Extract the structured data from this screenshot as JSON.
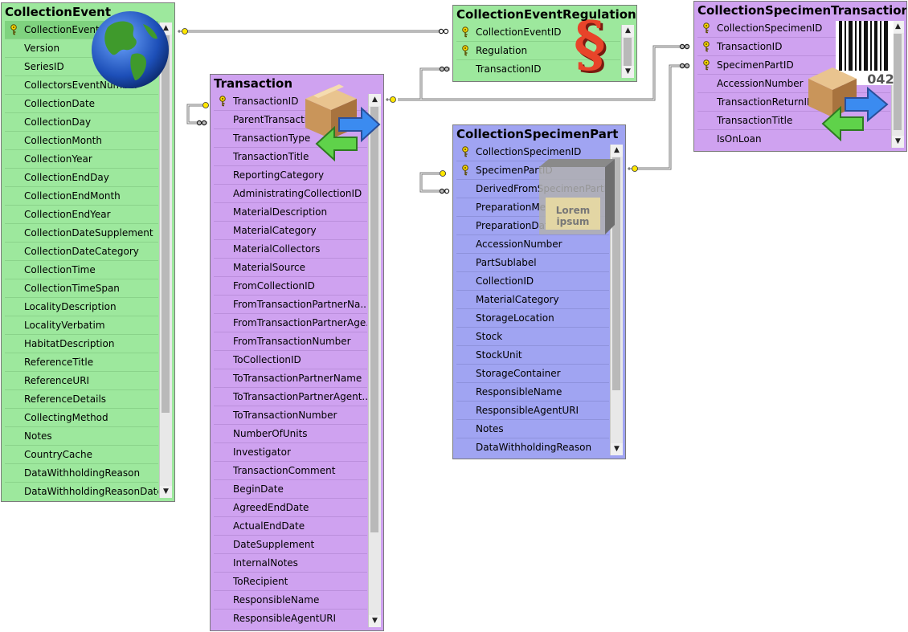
{
  "colors": {
    "green_table": "#9de89d",
    "purple_table": "#cfa2f0",
    "blue_table": "#a0a4f2",
    "connector": "#555555",
    "key": "#ffd700"
  },
  "tables": {
    "collection_event": {
      "title": "CollectionEvent",
      "rows": [
        {
          "name": "CollectionEventID",
          "key": true
        },
        {
          "name": "Version",
          "key": false
        },
        {
          "name": "SeriesID",
          "key": false
        },
        {
          "name": "CollectorsEventNumber",
          "key": false
        },
        {
          "name": "CollectionDate",
          "key": false
        },
        {
          "name": "CollectionDay",
          "key": false
        },
        {
          "name": "CollectionMonth",
          "key": false
        },
        {
          "name": "CollectionYear",
          "key": false
        },
        {
          "name": "CollectionEndDay",
          "key": false
        },
        {
          "name": "CollectionEndMonth",
          "key": false
        },
        {
          "name": "CollectionEndYear",
          "key": false
        },
        {
          "name": "CollectionDateSupplement",
          "key": false
        },
        {
          "name": "CollectionDateCategory",
          "key": false
        },
        {
          "name": "CollectionTime",
          "key": false
        },
        {
          "name": "CollectionTimeSpan",
          "key": false
        },
        {
          "name": "LocalityDescription",
          "key": false
        },
        {
          "name": "LocalityVerbatim",
          "key": false
        },
        {
          "name": "HabitatDescription",
          "key": false
        },
        {
          "name": "ReferenceTitle",
          "key": false
        },
        {
          "name": "ReferenceURI",
          "key": false
        },
        {
          "name": "ReferenceDetails",
          "key": false
        },
        {
          "name": "CollectingMethod",
          "key": false
        },
        {
          "name": "Notes",
          "key": false
        },
        {
          "name": "CountryCache",
          "key": false
        },
        {
          "name": "DataWithholdingReason",
          "key": false
        },
        {
          "name": "DataWithholdingReasonDate",
          "key": false
        }
      ],
      "icon": "globe-icon"
    },
    "transaction": {
      "title": "Transaction",
      "rows": [
        {
          "name": "TransactionID",
          "key": true
        },
        {
          "name": "ParentTransactionID",
          "key": false
        },
        {
          "name": "TransactionType",
          "key": false
        },
        {
          "name": "TransactionTitle",
          "key": false
        },
        {
          "name": "ReportingCategory",
          "key": false
        },
        {
          "name": "AdministratingCollectionID",
          "key": false
        },
        {
          "name": "MaterialDescription",
          "key": false
        },
        {
          "name": "MaterialCategory",
          "key": false
        },
        {
          "name": "MaterialCollectors",
          "key": false
        },
        {
          "name": "MaterialSource",
          "key": false
        },
        {
          "name": "FromCollectionID",
          "key": false
        },
        {
          "name": "FromTransactionPartnerNa...",
          "key": false
        },
        {
          "name": "FromTransactionPartnerAge...",
          "key": false
        },
        {
          "name": "FromTransactionNumber",
          "key": false
        },
        {
          "name": "ToCollectionID",
          "key": false
        },
        {
          "name": "ToTransactionPartnerName",
          "key": false
        },
        {
          "name": "ToTransactionPartnerAgent...",
          "key": false
        },
        {
          "name": "ToTransactionNumber",
          "key": false
        },
        {
          "name": "NumberOfUnits",
          "key": false
        },
        {
          "name": "Investigator",
          "key": false
        },
        {
          "name": "TransactionComment",
          "key": false
        },
        {
          "name": "BeginDate",
          "key": false
        },
        {
          "name": "AgreedEndDate",
          "key": false
        },
        {
          "name": "ActualEndDate",
          "key": false
        },
        {
          "name": "DateSupplement",
          "key": false
        },
        {
          "name": "InternalNotes",
          "key": false
        },
        {
          "name": "ToRecipient",
          "key": false
        },
        {
          "name": "ResponsibleName",
          "key": false
        },
        {
          "name": "ResponsibleAgentURI",
          "key": false
        }
      ],
      "icon": "box-arrows-icon"
    },
    "collection_event_regulation": {
      "title": "CollectionEventRegulation",
      "rows": [
        {
          "name": "CollectionEventID",
          "key": true
        },
        {
          "name": "Regulation",
          "key": true
        },
        {
          "name": "TransactionID",
          "key": false
        }
      ],
      "icon": "section-sign-icon",
      "icon_glyph": "§"
    },
    "collection_specimen_part": {
      "title": "CollectionSpecimenPart",
      "rows": [
        {
          "name": "CollectionSpecimenID",
          "key": true
        },
        {
          "name": "SpecimenPartID",
          "key": true
        },
        {
          "name": "DerivedFromSpecimenPartID",
          "key": false
        },
        {
          "name": "PreparationMethod",
          "key": false
        },
        {
          "name": "PreparationDate",
          "key": false
        },
        {
          "name": "AccessionNumber",
          "key": false
        },
        {
          "name": "PartSublabel",
          "key": false
        },
        {
          "name": "CollectionID",
          "key": false
        },
        {
          "name": "MaterialCategory",
          "key": false
        },
        {
          "name": "StorageLocation",
          "key": false
        },
        {
          "name": "Stock",
          "key": false
        },
        {
          "name": "StockUnit",
          "key": false
        },
        {
          "name": "StorageContainer",
          "key": false
        },
        {
          "name": "ResponsibleName",
          "key": false
        },
        {
          "name": "ResponsibleAgentURI",
          "key": false
        },
        {
          "name": "Notes",
          "key": false
        },
        {
          "name": "DataWithholdingReason",
          "key": false
        }
      ],
      "icon": "cube-icon",
      "icon_text": "Lorem ipsum"
    },
    "collection_specimen_transaction": {
      "title": "CollectionSpecimenTransaction",
      "rows": [
        {
          "name": "CollectionSpecimenID",
          "key": true
        },
        {
          "name": "TransactionID",
          "key": true
        },
        {
          "name": "SpecimenPartID",
          "key": true
        },
        {
          "name": "AccessionNumber",
          "key": false
        },
        {
          "name": "TransactionReturnID",
          "key": false
        },
        {
          "name": "TransactionTitle",
          "key": false
        },
        {
          "name": "IsOnLoan",
          "key": false
        }
      ],
      "icon": "barcode-box-icon",
      "icon_text": "042"
    }
  }
}
